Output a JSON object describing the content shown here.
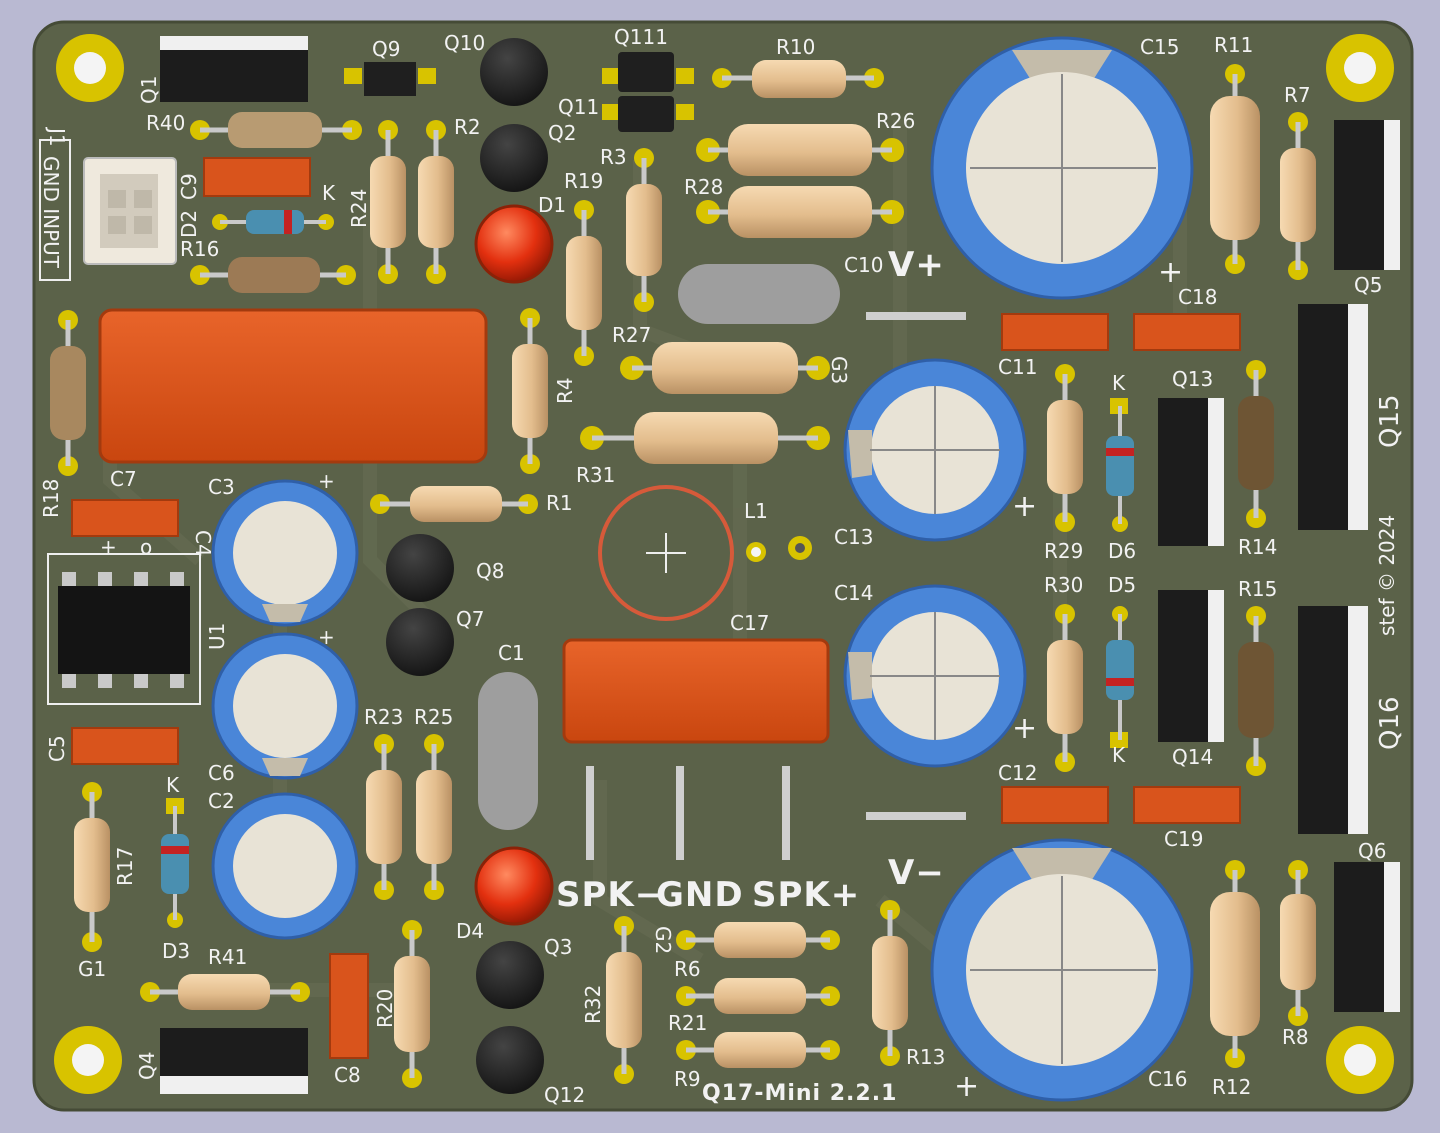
{
  "board": {
    "title": "Q17-Mini 2.2.1",
    "credit": "stef © 2024",
    "connector_label": "J1",
    "connector_pins": "GND INPUT",
    "supply_pos": "V+",
    "supply_neg": "V−",
    "speaker_labels": [
      "SPK−",
      "GND",
      "SPK+"
    ]
  },
  "colors": {
    "background": "#b9b9d2",
    "pcb": "#5b6249",
    "pad": "#d8c300",
    "resistor": "#e8c69a",
    "film_cap": "#d9541c",
    "electrolytic": "#4a86d8",
    "led": "#e33010"
  },
  "designators": {
    "resistors": [
      "R1",
      "R2",
      "R3",
      "R4",
      "R6",
      "R7",
      "R8",
      "R9",
      "R10",
      "R11",
      "R12",
      "R13",
      "R14",
      "R15",
      "R16",
      "R17",
      "R18",
      "R19",
      "R20",
      "R21",
      "R23",
      "R24",
      "R25",
      "R26",
      "R27",
      "R28",
      "R29",
      "R30",
      "R31",
      "R32",
      "R40",
      "R41"
    ],
    "capacitors": [
      "C1",
      "C2",
      "C3",
      "C4",
      "C5",
      "C6",
      "C7",
      "C8",
      "C9",
      "C10",
      "C11",
      "C12",
      "C13",
      "C14",
      "C15",
      "C16",
      "C17",
      "C18",
      "C19"
    ],
    "transistors": [
      "Q1",
      "Q2",
      "Q3",
      "Q4",
      "Q5",
      "Q6",
      "Q7",
      "Q8",
      "Q9",
      "Q10",
      "Q11",
      "Q12",
      "Q13",
      "Q14",
      "Q15",
      "Q16",
      "Q111"
    ],
    "diodes": [
      "D1",
      "D2",
      "D3",
      "D4",
      "D5",
      "D6"
    ],
    "others": [
      "U1",
      "L1",
      "G1",
      "G2",
      "G3",
      "K",
      "+"
    ]
  }
}
